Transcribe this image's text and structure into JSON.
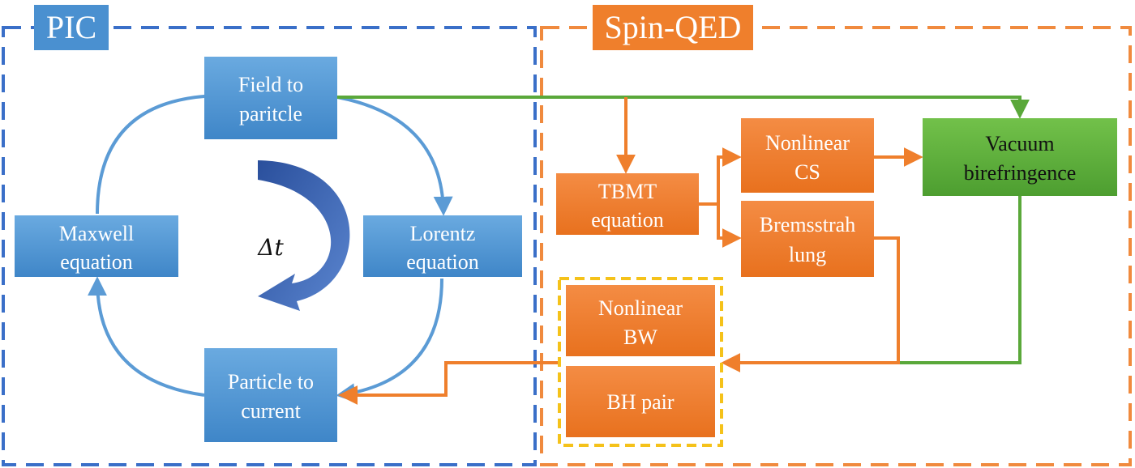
{
  "regions": {
    "pic": {
      "title": "PIC"
    },
    "spin_qed": {
      "title": "Spin-QED"
    }
  },
  "pic_nodes": {
    "field_to_particle": {
      "line1": "Field to",
      "line2": "paritcle"
    },
    "lorentz": {
      "line1": "Lorentz",
      "line2": "equation"
    },
    "particle_to_current": {
      "line1": "Particle to",
      "line2": "current"
    },
    "maxwell": {
      "line1": "Maxwell",
      "line2": "equation"
    },
    "timestep": {
      "symbol": "Δt"
    }
  },
  "qed_nodes": {
    "tbmt": {
      "line1": "TBMT",
      "line2": "equation"
    },
    "nonlinear_cs": {
      "line1": "Nonlinear",
      "line2": "CS"
    },
    "bremsstrahlung": {
      "line1": "Bremsstrah",
      "line2": "lung"
    },
    "vacuum_birefringence": {
      "line1": "Vacuum",
      "line2": "birefringence"
    },
    "nonlinear_bw": {
      "line1": "Nonlinear",
      "line2": "BW"
    },
    "bh_pair": {
      "line1": "BH pair"
    }
  },
  "colors": {
    "pic_blue": "#4a90d0",
    "pic_border": "#3a6fc8",
    "arc_blue": "#5b9bd5",
    "orange": "#ef7f2c",
    "orange_border": "#f08a3e",
    "green": "#5aa83a",
    "yellow_dash": "#f5c21a",
    "timestep_arrow": "#2f5bab"
  }
}
